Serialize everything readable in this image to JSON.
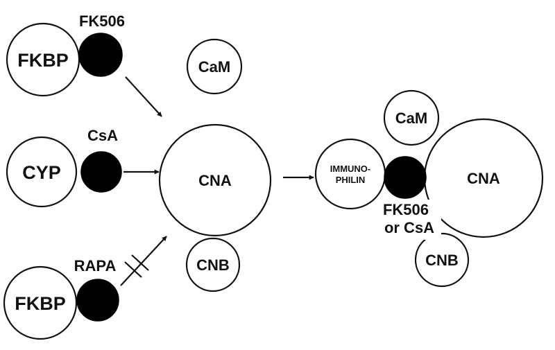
{
  "left": {
    "fk506_complex": {
      "protein": "FKBP",
      "drug": "FK506"
    },
    "csa_complex": {
      "protein": "CYP",
      "drug": "CsA"
    },
    "rapa_complex": {
      "protein": "FKBP",
      "drug": "RAPA"
    }
  },
  "calcineurin": {
    "cam": "CaM",
    "cna": "CNA",
    "cnb": "CNB"
  },
  "complex": {
    "immunophilin_line1": "IMMUNO-",
    "immunophilin_line2": "PHILIN",
    "cam": "CaM",
    "cna": "CNA",
    "cnb": "CNB",
    "drug_line1": "FK506",
    "drug_line2": "or CsA"
  }
}
